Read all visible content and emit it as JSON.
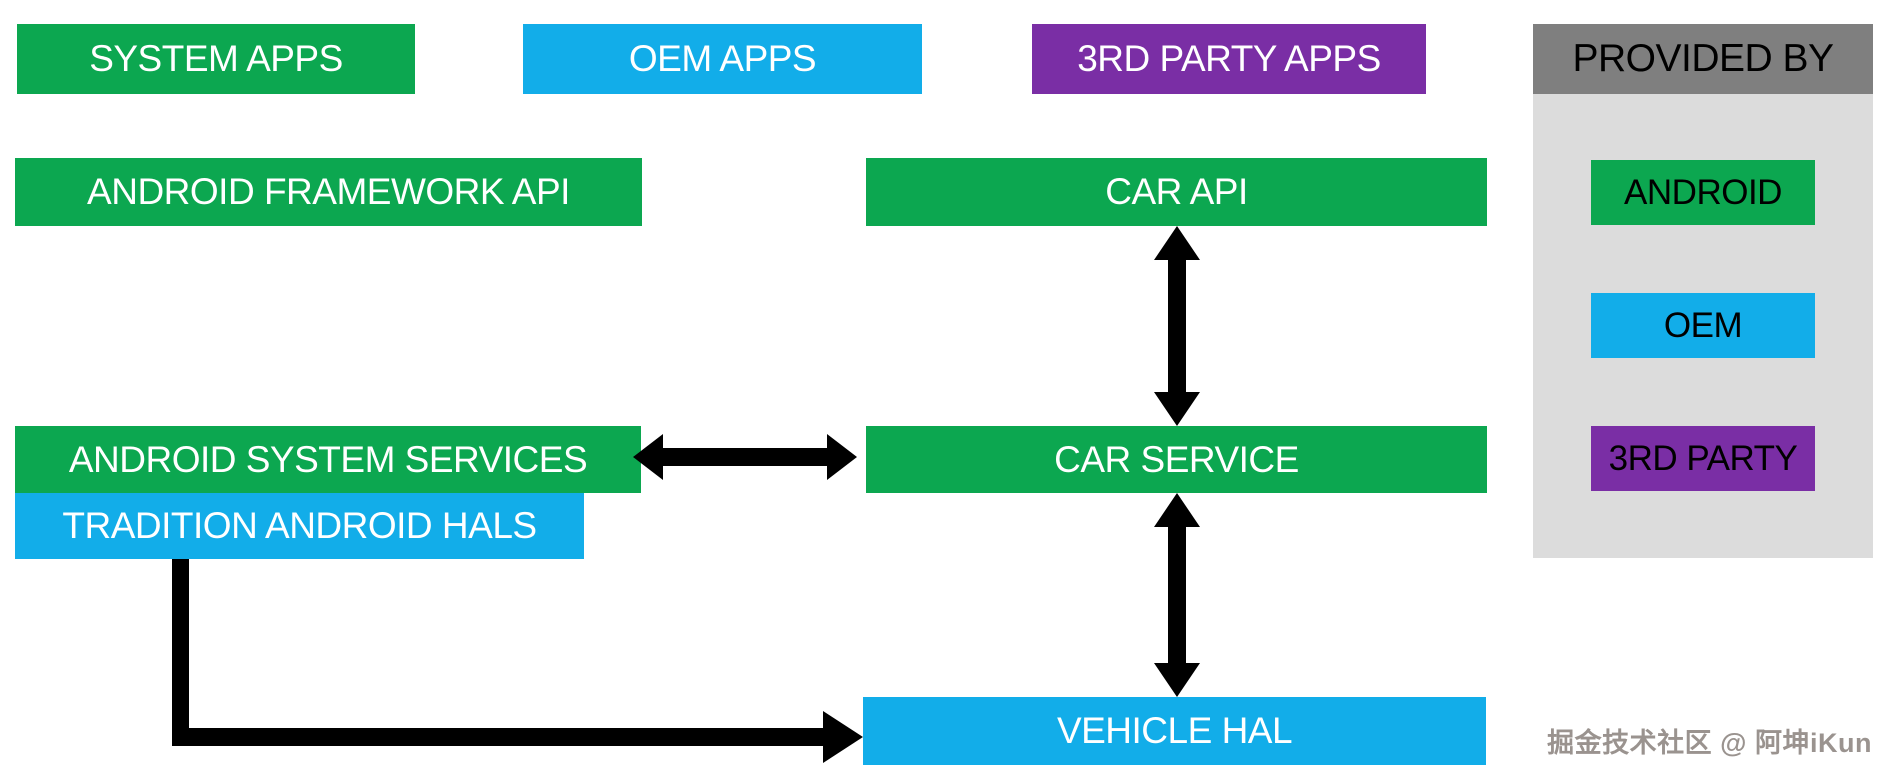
{
  "diagram": {
    "nodes": {
      "system_apps": {
        "label": "SYSTEM APPS",
        "provider": "android"
      },
      "oem_apps": {
        "label": "OEM APPS",
        "provider": "oem"
      },
      "third_party_apps": {
        "label": "3RD PARTY APPS",
        "provider": "third_party"
      },
      "android_framework_api": {
        "label": "ANDROID FRAMEWORK API",
        "provider": "android"
      },
      "car_api": {
        "label": "CAR API",
        "provider": "android"
      },
      "android_system_services": {
        "label": "ANDROID SYSTEM SERVICES",
        "provider": "android"
      },
      "car_service": {
        "label": "CAR SERVICE",
        "provider": "android"
      },
      "tradition_android_hals": {
        "label": "TRADITION ANDROID HALS",
        "provider": "oem"
      },
      "vehicle_hal": {
        "label": "VEHICLE HAL",
        "provider": "oem"
      }
    },
    "edges": [
      {
        "from": "car_api",
        "to": "car_service",
        "type": "bidirectional"
      },
      {
        "from": "android_system_services",
        "to": "car_service",
        "type": "bidirectional"
      },
      {
        "from": "car_service",
        "to": "vehicle_hal",
        "type": "bidirectional"
      },
      {
        "from": "tradition_android_hals",
        "to": "vehicle_hal",
        "type": "directed"
      }
    ],
    "legend": {
      "title": "PROVIDED BY",
      "items": [
        {
          "label": "ANDROID",
          "provider": "android"
        },
        {
          "label": "OEM",
          "provider": "oem"
        },
        {
          "label": "3RD PARTY",
          "provider": "third_party"
        }
      ]
    },
    "colors": {
      "android": "#0ca750",
      "oem": "#12ade9",
      "third_party": "#7a2ea5",
      "legend_header_gray": "#7f7f7f",
      "legend_panel_gray": "#dcdcdc",
      "arrow_black": "#000000"
    },
    "watermark": "掘金技术社区 @ 阿坤iKun"
  }
}
